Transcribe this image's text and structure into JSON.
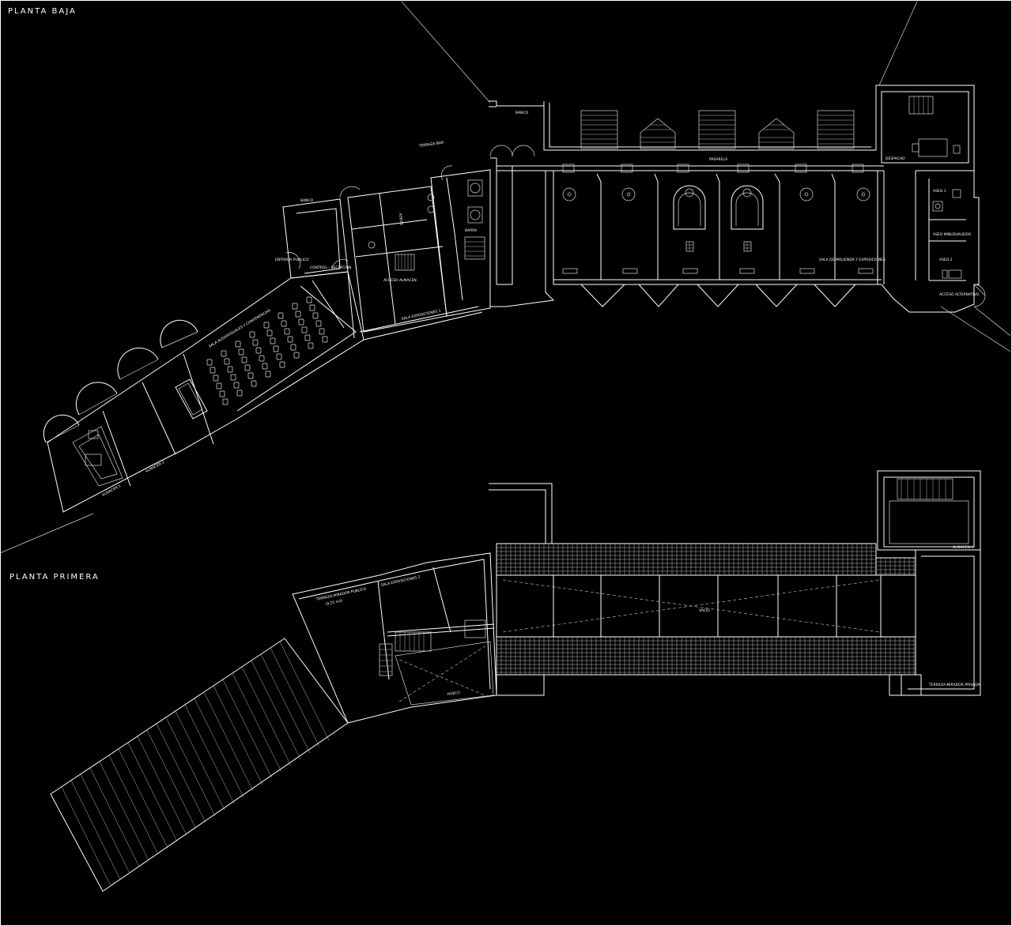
{
  "titles": {
    "ground_floor": "PLANTA BAJA",
    "first_floor": "PLANTA PRIMERA"
  },
  "labels": {
    "banco_top": "BANCO",
    "terraza": "TERRAZA BAR",
    "pasarela": "PASARELA",
    "despacho": "DESPACHO",
    "aseo1": "ASEO 1",
    "aseo_minusvalidos": "ASEO MINUSVALIDOS",
    "aseo2": "ASEO 2",
    "acceso_alternativo": "ACCESO ALTERNATIVO",
    "sala_molienda": "SALA DE MOLIENDA Y EXPOSICIONES",
    "banco_left": "BANCO",
    "control": "CONTROL - RECEPCION",
    "entrada": "ENTRADA PUBLICO",
    "acceso_almacen": "ACCESO ALMACEN",
    "barra": "BARRA",
    "aseos": "ASEOS",
    "sala_exposiciones_1": "SALA EXPOSICIONES 1",
    "sala_audiovisuales": "SALA AUDIOVISUALES Y CONFERENCIAS",
    "almacen_2": "ALMACEN 2",
    "almacen_1": "ALMACEN 1",
    "almacen_4": "ALMACEN 4",
    "terraza_mirador": "TERRAZA-MIRADOR PUBLICO",
    "terraza_area": "(9.25 m2)",
    "sala_exposiciones_2": "SALA EXPOSICIONES 2",
    "hueco": "HUECO",
    "vacio": "VACIO",
    "terraza_privada": "TERRAZA-MIRADOR PRIVADA"
  }
}
